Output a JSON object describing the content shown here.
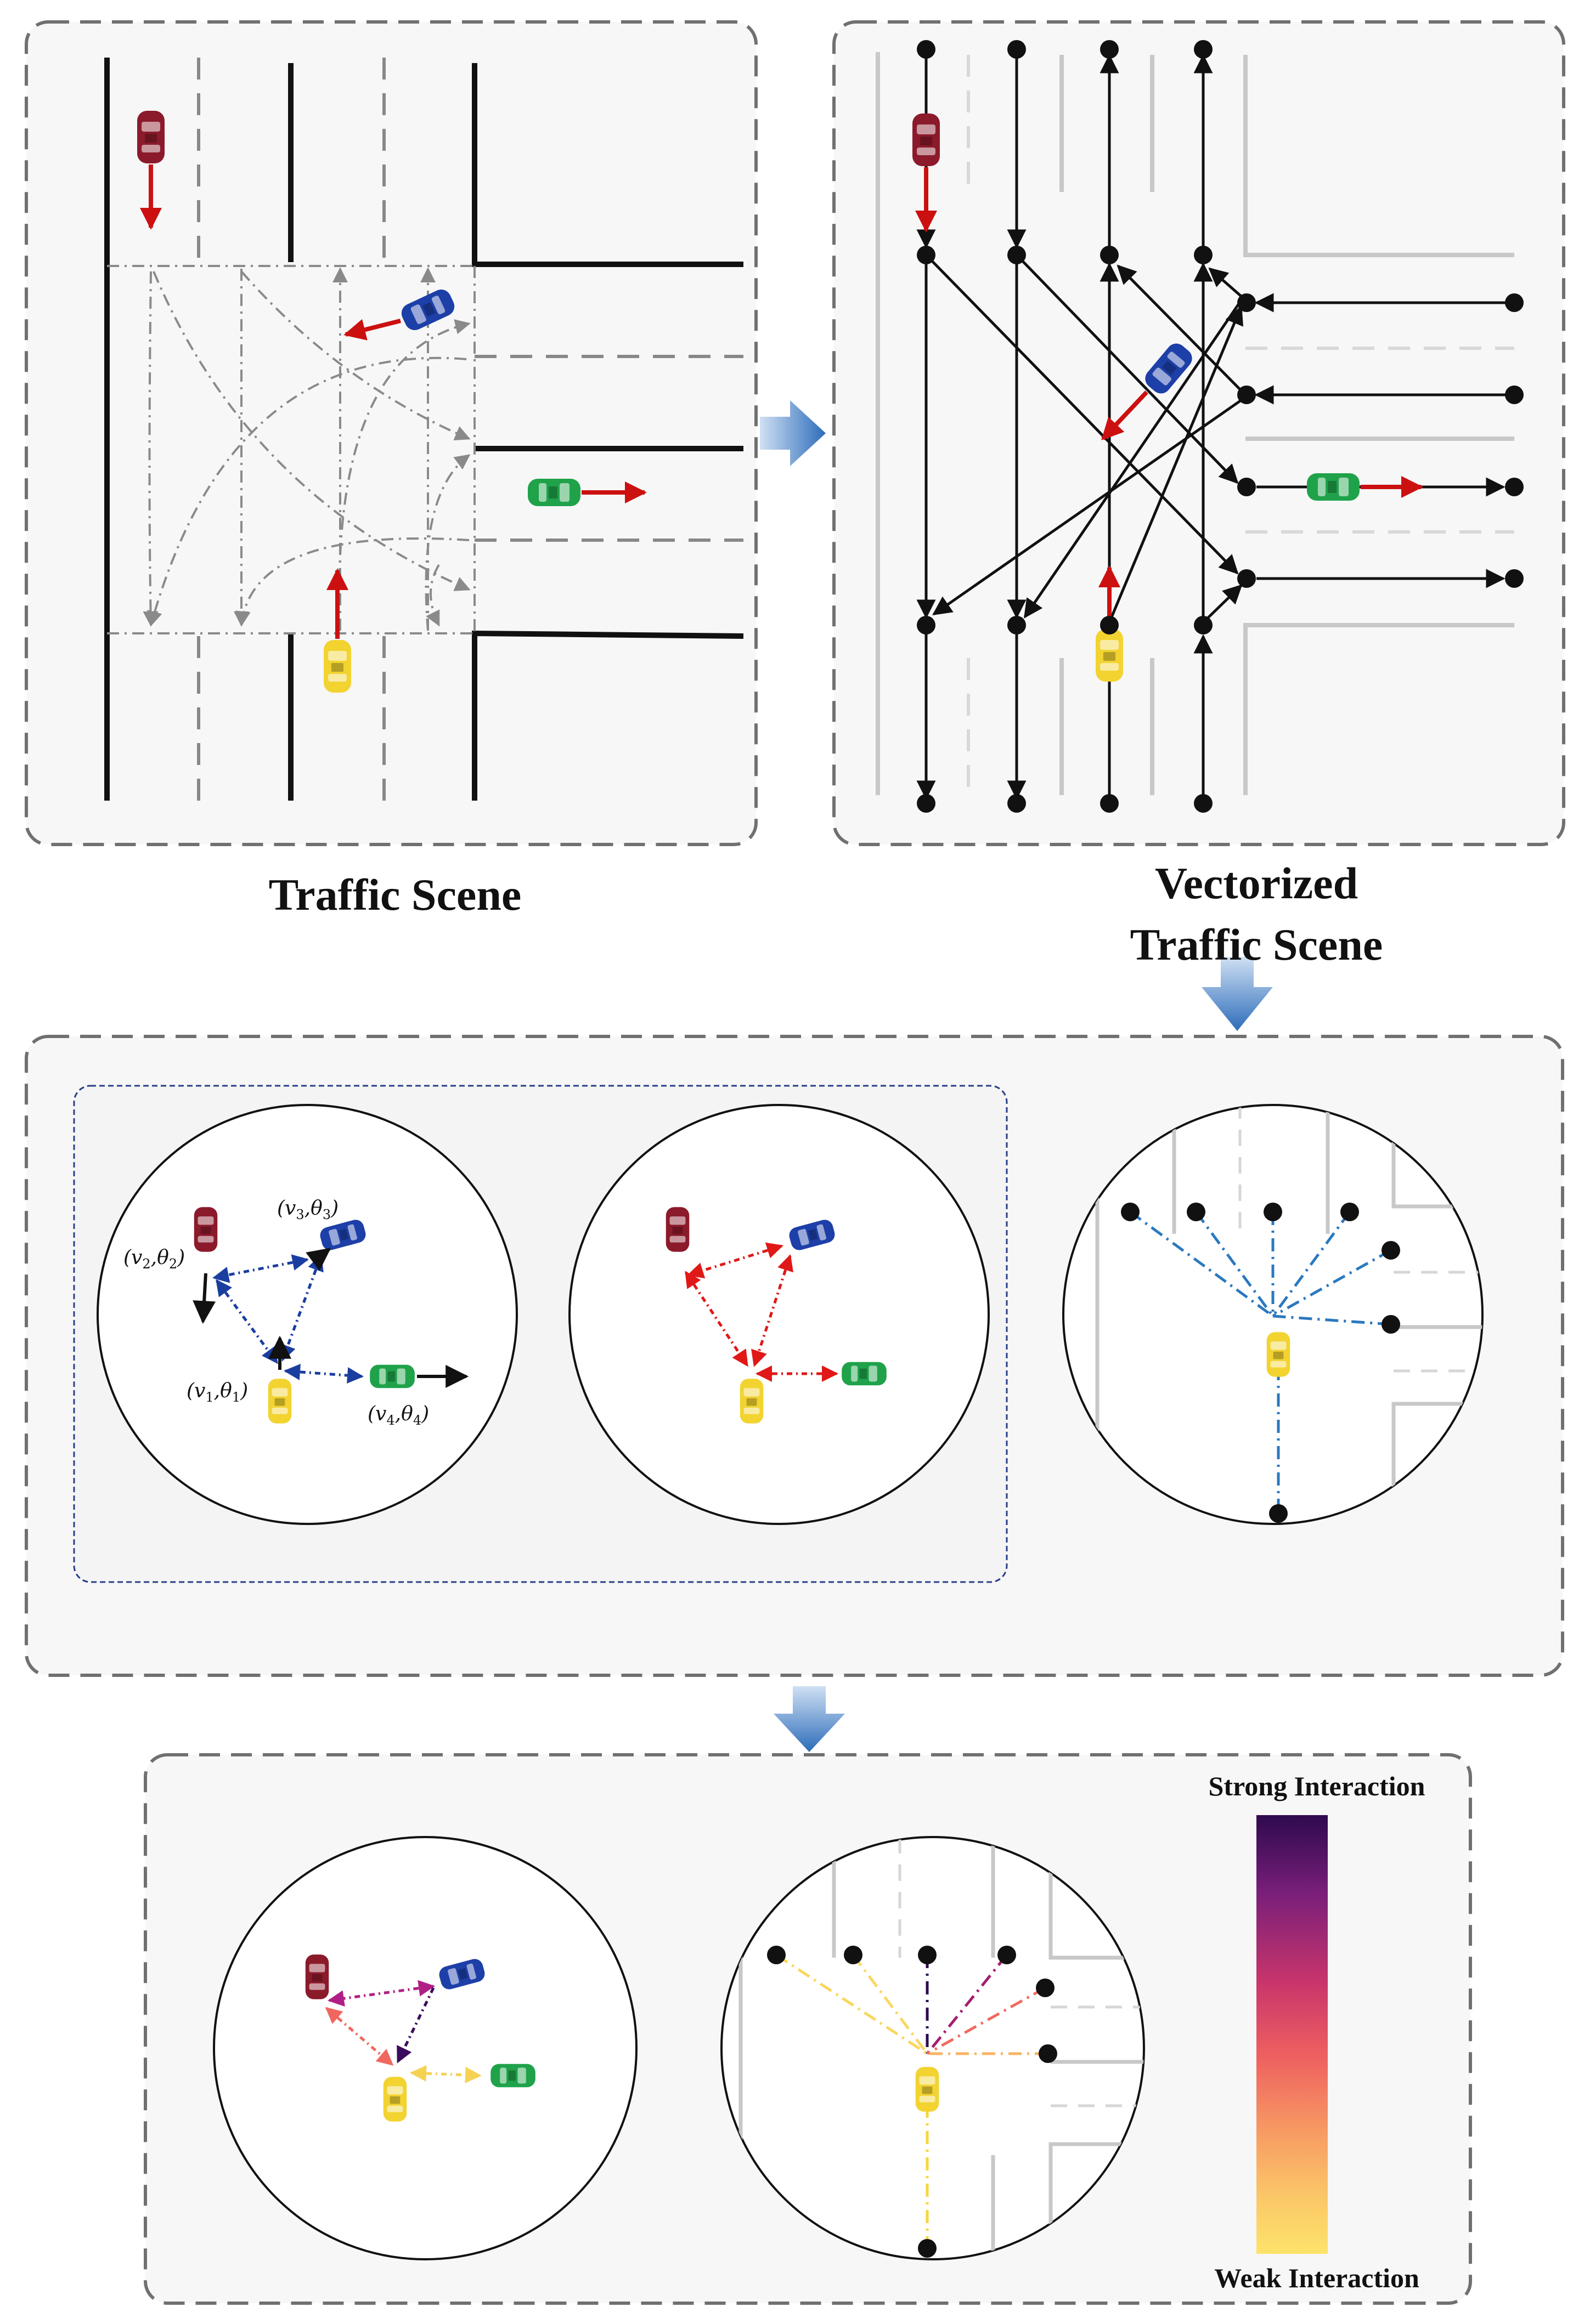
{
  "captions": {
    "traffic_scene": "Traffic Scene",
    "vectorized_line1": "Vectorized",
    "vectorized_line2": "Traffic Scene"
  },
  "legend": {
    "strong": "Strong Interaction",
    "weak": "Weak Interaction",
    "gradient_colors": [
      "#2e0a4f",
      "#7a1f7a",
      "#c8356b",
      "#ee6060",
      "#f79a63",
      "#fbc768",
      "#fde36a"
    ]
  },
  "vehicle_labels": {
    "v1": [
      "v",
      "1",
      "θ",
      "1"
    ],
    "v2": [
      "v",
      "2",
      "θ",
      "2"
    ],
    "v3": [
      "v",
      "3",
      "θ",
      "3"
    ],
    "v4": [
      "v",
      "4",
      "θ",
      "4"
    ]
  },
  "vehicles": {
    "red": "#8b1a2b",
    "blue": "#1d3fa8",
    "green": "#1fa24a",
    "yellow": "#f2d330"
  },
  "colors": {
    "motion_arrow": "#cc1010",
    "panel_border": "#707070",
    "panel_fill": "#f7f7f7",
    "inner_border": "#2a3f8a",
    "flow_arrow": "#3b79c2",
    "attention_line": "#2b78c0",
    "edge_blue": "#1a3ea0",
    "edge_red": "#e01818"
  },
  "icons": [
    "flow-arrow-icon",
    "car-icon"
  ]
}
